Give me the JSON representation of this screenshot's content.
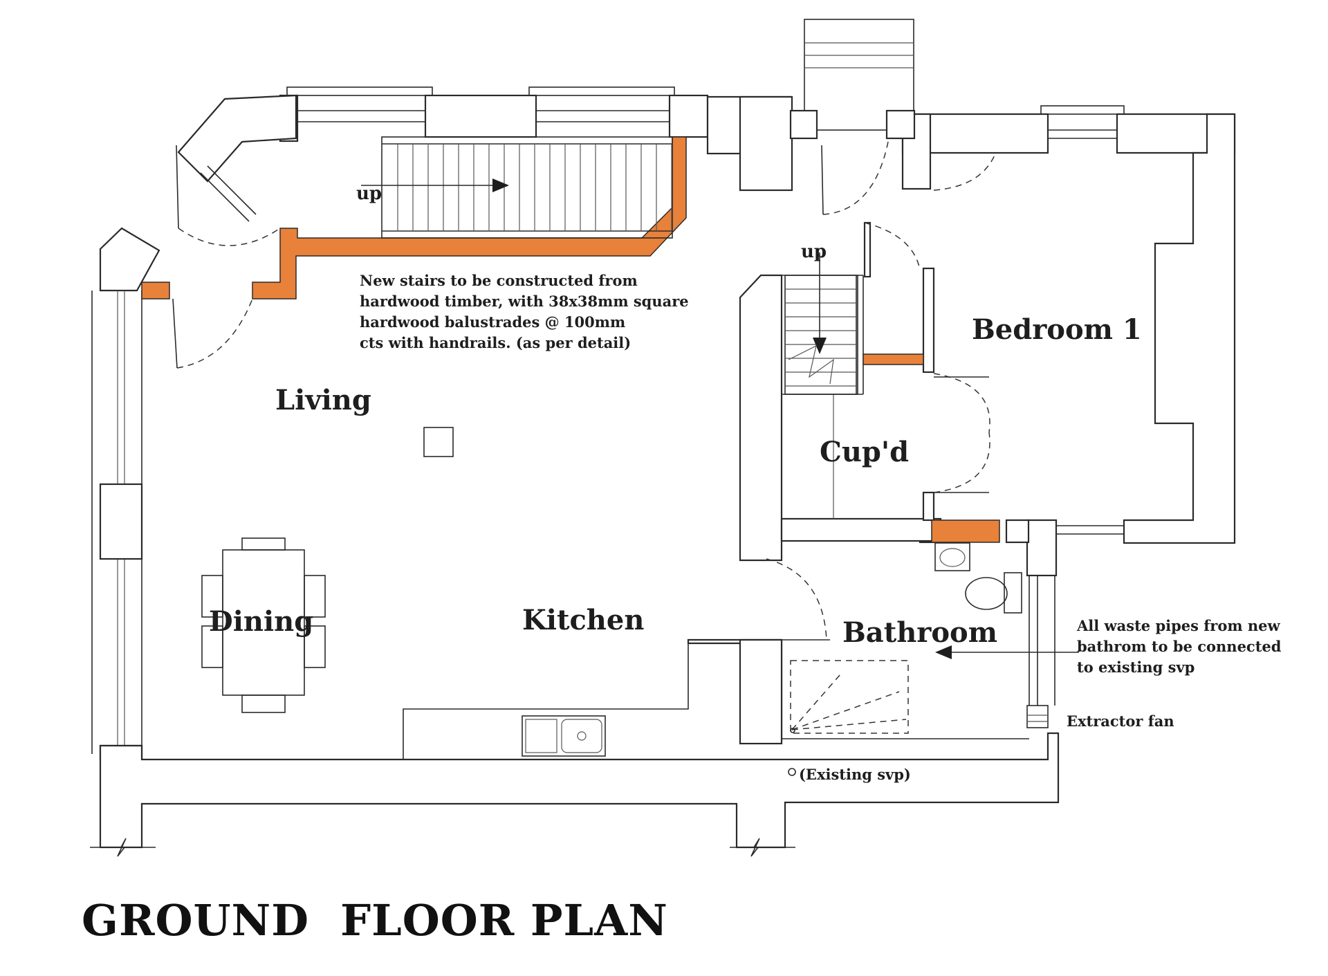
{
  "title": "GROUND  FLOOR PLAN",
  "rooms": {
    "living": "Living",
    "dining": "Dining",
    "kitchen": "Kitchen",
    "bedroom": "Bedroom 1",
    "cupboard": "Cup'd",
    "bathroom": "Bathroom"
  },
  "stair_labels": {
    "main_up": "up",
    "secondary_up": "up"
  },
  "notes": {
    "stairs": [
      "New stairs to be constructed from",
      "hardwood timber, with 38x38mm square",
      "hardwood balustrades @ 100mm",
      "cts with handrails. (as per detail)"
    ],
    "waste": [
      "All waste pipes from new",
      "bathrom to be connected",
      "to existing svp"
    ],
    "extractor": "Extractor fan",
    "svp": "(Existing svp)"
  },
  "colors": {
    "new_work": "#e8813a",
    "lines": "#2a2a2a"
  }
}
